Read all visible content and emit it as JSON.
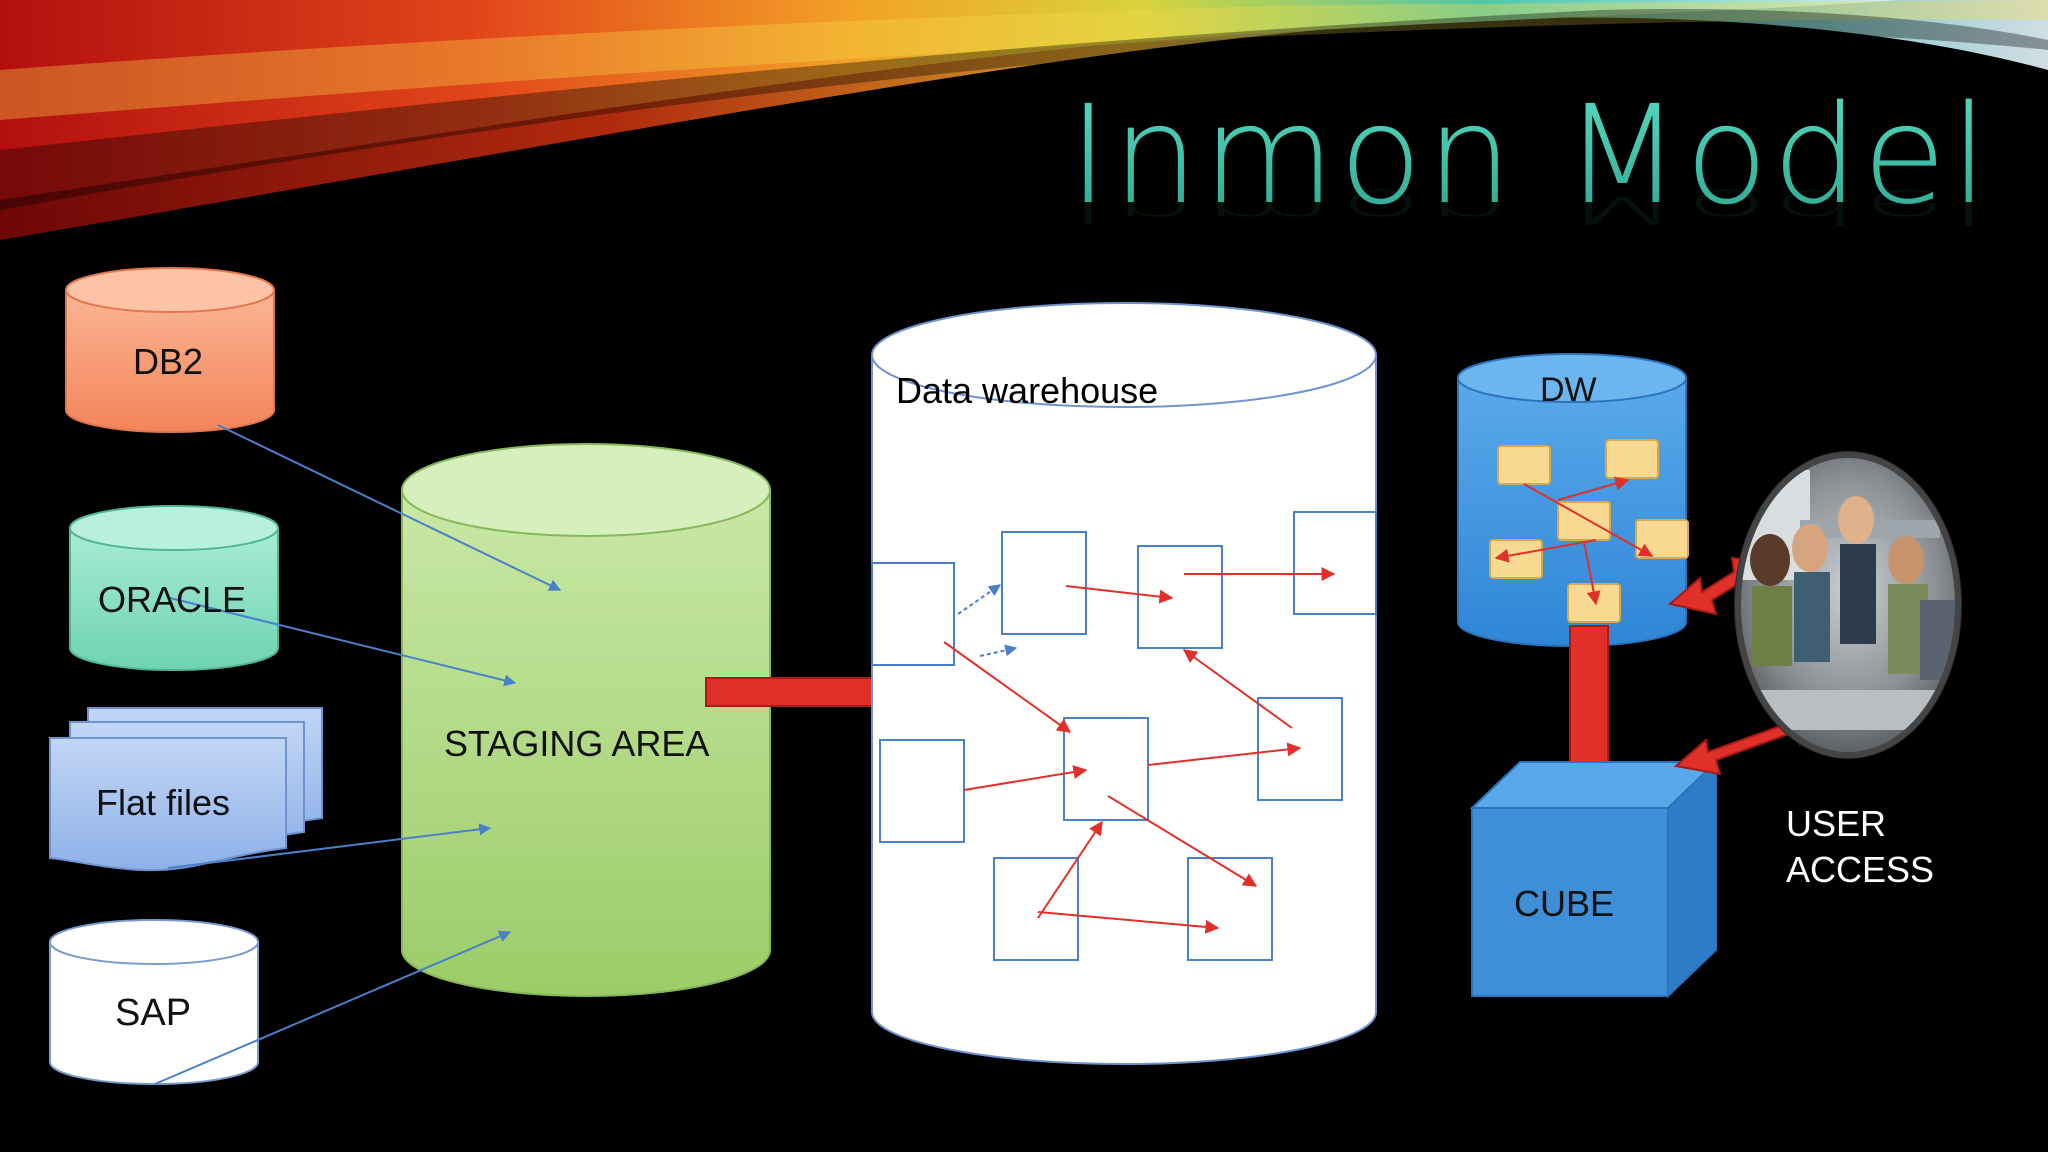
{
  "slide": {
    "title": "Inmon Model",
    "colors": {
      "title": "#3fc6ac",
      "db2": "#f79a6e",
      "oracle": "#7fe0c4",
      "flat_files": "#a9c4f0",
      "staging": "#b7de8c",
      "dw_small": "#3c94df",
      "cube": "#3f8fd8",
      "flow_arrow": "#e0302a",
      "link_line": "#4a7fc9"
    }
  },
  "sources": {
    "db2": {
      "label": "DB2"
    },
    "oracle": {
      "label": "ORACLE"
    },
    "flat_files": {
      "label": "Flat files"
    },
    "sap": {
      "label": "SAP"
    }
  },
  "staging": {
    "label": "STAGING AREA"
  },
  "warehouse": {
    "label": "Data warehouse"
  },
  "dw": {
    "label": "DW"
  },
  "cube": {
    "label": "CUBE"
  },
  "users": {
    "label_line1": "USER",
    "label_line2": "ACCESS",
    "image": "photo-of-people-at-computers"
  }
}
